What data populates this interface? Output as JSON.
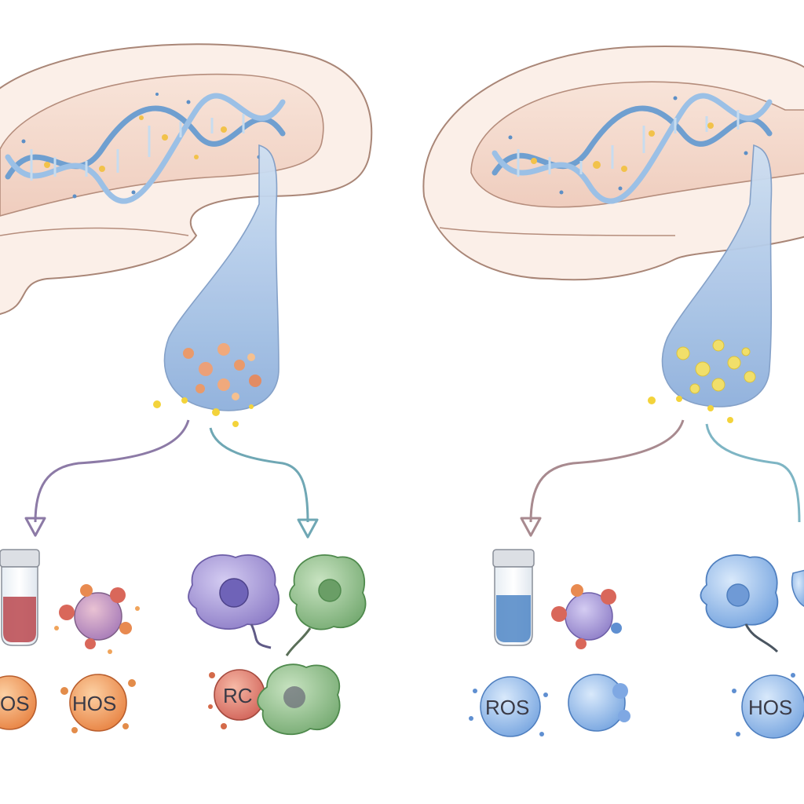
{
  "panels": [
    {
      "id": "left",
      "vial_fill": "#b9474d",
      "granule_color": "#e99a6b",
      "spark_color": "#f3d33b",
      "arrow_left_color": "#8c7aa6",
      "arrow_right_color": "#6fa7b4",
      "labels": [
        "OS",
        "HOS",
        "RC"
      ]
    },
    {
      "id": "right",
      "vial_fill": "#4f86c6",
      "granule_color": "#f1df6a",
      "spark_color": "#f3d33b",
      "arrow_left_color": "#a88a8f",
      "arrow_right_color": "#7eb5c4",
      "labels": [
        "ROS",
        "HOS"
      ]
    }
  ],
  "colors": {
    "tissue_fill": "#f6ddd0",
    "tissue_outline": "#9c7a6f",
    "dna_strand": "#7aaad6",
    "funnel_fill": "#a9c3e4",
    "purple_cell": "#a99ad8",
    "green_cell": "#92c38f",
    "orange_cell": "#ef9a5a",
    "red_cell": "#e07a6a",
    "blue_cell": "#9cc2ee"
  }
}
